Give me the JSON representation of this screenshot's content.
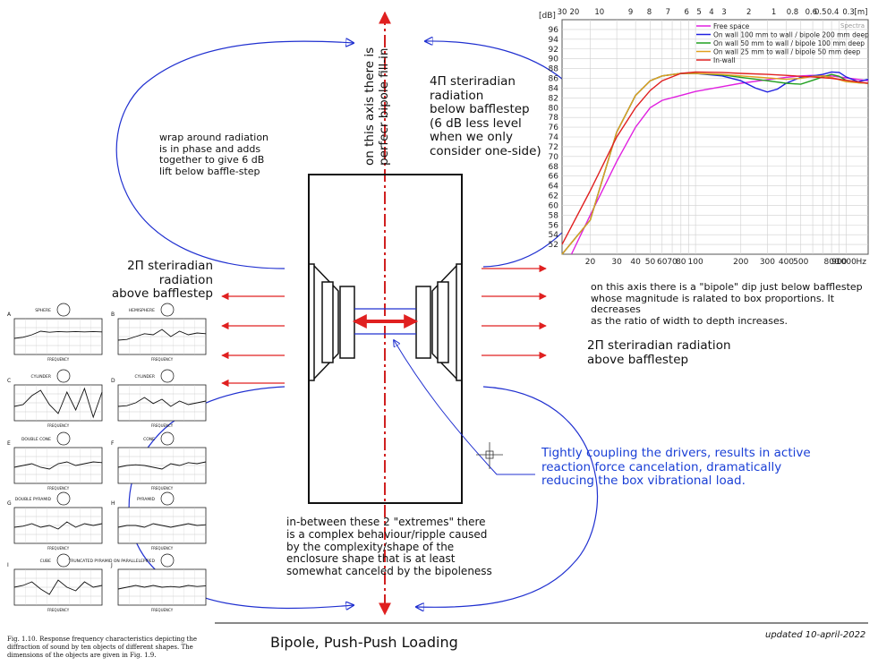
{
  "labels": {
    "axis_note": "on this axis there is perfecr bipole fill-in",
    "wrap_around": "wrap around radiation\nis in phase and adds\ntogether to give 6 dB\nlift below baffle-step",
    "four_pi": "4Π  steriradian\nradiation\nbelow bafflestep\n (6 dB less level\nwhen we only\nconsider one-side)",
    "two_pi_left": "2Π  steriradian radiation\nabove bafflestep",
    "two_pi_right": "2Π  steriradian radiation\nabove bafflestep",
    "bipole_dip": "on this axis there is a \"bipole\" dip just below bafflestep\nwhose magnitude is ralated to box proportions. It decreases\nas the ratio of width to depth increases.",
    "coupling": "Tightly coupling the drivers, results in active\nreaction force cancelation, dramatically\nreducing the box vibrational load.",
    "in_between": "in-between these 2 \"extremes\" there\nis a complex behaviour/ripple caused\nby the complexity/shape of the\nenclosure shape that is at least\nsomewhat canceled by the bipoleness",
    "title": "Bipole, Push-Push Loading",
    "updated": "updated 10-april-2022"
  },
  "olson": {
    "caption": "Fig. 1.10.  Response frequency characteristics depicting the diffraction of sound by ten objects of different shapes.  The dimensions of the objects are given in Fig. 1.9.",
    "panels": [
      {
        "letter": "A",
        "shape": "SPHERE"
      },
      {
        "letter": "B",
        "shape": "HEMISPHERE"
      },
      {
        "letter": "C",
        "shape": "CYLINDER"
      },
      {
        "letter": "D",
        "shape": "CYLINDER"
      },
      {
        "letter": "E",
        "shape": "DOUBLE CONE"
      },
      {
        "letter": "F",
        "shape": "CONE"
      },
      {
        "letter": "G",
        "shape": "DOUBLE PYRAMID"
      },
      {
        "letter": "H",
        "shape": "PYRAMID"
      },
      {
        "letter": "I",
        "shape": "CUBE"
      },
      {
        "letter": "J",
        "shape": "TRUNCATED PYRAMID ON PARALLELEPIPED"
      }
    ]
  },
  "chart_data": {
    "type": "line",
    "ylabel": "[dB]",
    "xlabel_top": "[m]",
    "xlabel_bottom": "Hz",
    "ylim": [
      50,
      98
    ],
    "xlim": [
      13,
      1400
    ],
    "xscale": "log",
    "y_ticks": [
      52,
      54,
      56,
      58,
      60,
      62,
      64,
      66,
      68,
      70,
      72,
      74,
      76,
      78,
      80,
      82,
      84,
      86,
      88,
      90,
      92,
      94,
      96
    ],
    "x_ticks": [
      20,
      30,
      40,
      50,
      60,
      70,
      80,
      100,
      200,
      300,
      400,
      500,
      800,
      900,
      1000
    ],
    "x_tick_labels": [
      "20",
      "30",
      "40",
      "50",
      "60",
      "70",
      "80",
      "100",
      "200",
      "300",
      "400",
      "500",
      "800",
      "900",
      "1000"
    ],
    "top_ticks": [
      "30",
      "20",
      "10",
      "9",
      "8",
      "7",
      "6",
      "5",
      "4",
      "3",
      "2",
      "1",
      "0.8",
      "0.6",
      "0.5",
      "0.4",
      "0.3",
      "[m]"
    ],
    "corner_label": "Spectra",
    "grid": true,
    "legend_position": "top-left",
    "series": [
      {
        "name": "Free space",
        "color": "#e020e0",
        "x": [
          15,
          20,
          30,
          40,
          50,
          60,
          80,
          100,
          150,
          200,
          300,
          400,
          500,
          600,
          800,
          1000,
          1400
        ],
        "y": [
          50,
          58,
          69,
          76,
          80,
          81.5,
          82.5,
          83.3,
          84.3,
          85,
          85.7,
          86.2,
          86.5,
          86.6,
          86.5,
          86.1,
          85.5
        ]
      },
      {
        "name": "On wall 100 mm to wall / bipole 200 mm deep",
        "color": "#2020e0",
        "x": [
          13,
          20,
          30,
          40,
          50,
          60,
          80,
          100,
          150,
          200,
          250,
          300,
          350,
          400,
          500,
          600,
          700,
          800,
          900,
          1000,
          1200,
          1400
        ],
        "y": [
          50,
          57,
          75,
          82.5,
          85.5,
          86.5,
          87,
          87,
          86.5,
          85.5,
          84,
          83.2,
          83.8,
          85,
          86.2,
          86.5,
          86.8,
          87.3,
          87.2,
          86.3,
          85.3,
          85.8
        ]
      },
      {
        "name": "On wall 50 mm to wall / bipole 100 mm deep",
        "color": "#20a020",
        "x": [
          13,
          20,
          30,
          40,
          50,
          60,
          80,
          100,
          150,
          200,
          300,
          400,
          500,
          600,
          700,
          800,
          900,
          1000,
          1200,
          1400
        ],
        "y": [
          50,
          57,
          75,
          82.5,
          85.5,
          86.5,
          87,
          87,
          86.7,
          86.2,
          85.5,
          85,
          84.8,
          85.6,
          86.3,
          86.8,
          86.4,
          85.6,
          85.1,
          85
        ]
      },
      {
        "name": "On wall 25 mm to wall / bipole 50 mm deep",
        "color": "#e0a020",
        "x": [
          13,
          20,
          30,
          40,
          50,
          60,
          80,
          100,
          150,
          200,
          300,
          400,
          500,
          600,
          700,
          800,
          900,
          1000,
          1200,
          1400
        ],
        "y": [
          50,
          57,
          75,
          82.5,
          85.5,
          86.5,
          87,
          87,
          86.8,
          86.5,
          86.1,
          85.8,
          86,
          86.4,
          86.5,
          86.2,
          85.7,
          85.3,
          85.1,
          85
        ]
      },
      {
        "name": "In-wall",
        "color": "#e02020",
        "x": [
          13,
          20,
          30,
          40,
          50,
          60,
          80,
          100,
          150,
          200,
          300,
          400,
          500,
          600,
          800,
          1000,
          1400
        ],
        "y": [
          52,
          63,
          74,
          80,
          83.5,
          85.5,
          87,
          87.3,
          87.2,
          87,
          86.8,
          86.6,
          86.4,
          86.3,
          86,
          85.6,
          85
        ]
      }
    ]
  }
}
